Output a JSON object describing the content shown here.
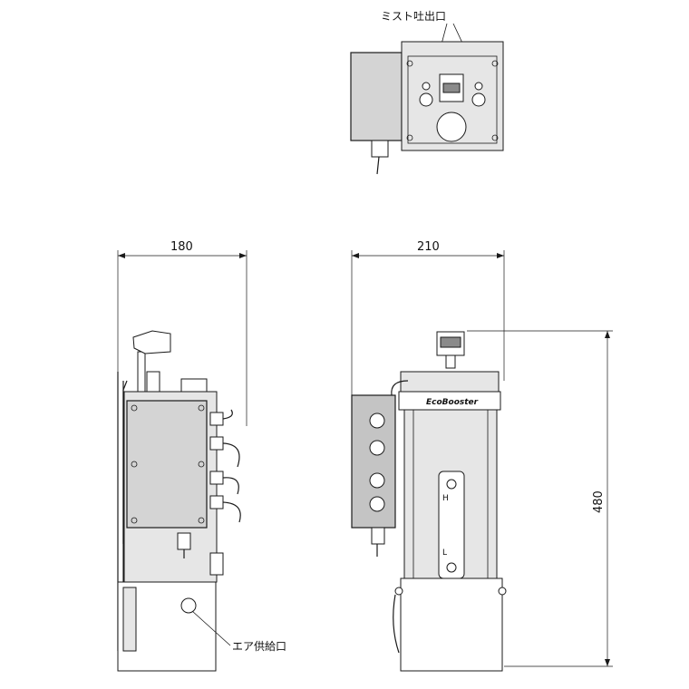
{
  "labels": {
    "mist_outlet": "ミスト吐出口",
    "air_inlet": "エア供給口",
    "brand": "EcoBooster",
    "level_high": "H",
    "level_low": "L"
  },
  "dimensions": {
    "side_width": "180",
    "front_width": "210",
    "height": "480"
  }
}
